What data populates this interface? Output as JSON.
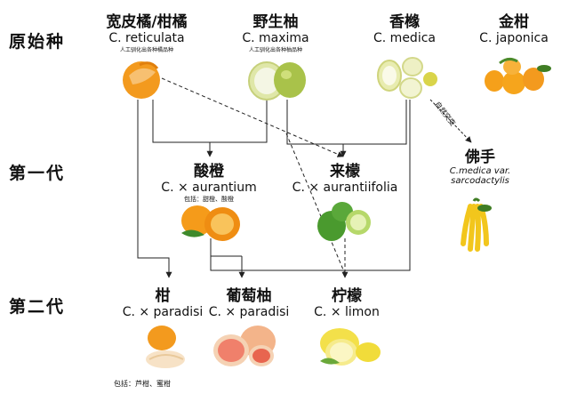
{
  "generations": {
    "original": "原始种",
    "first": "第一代",
    "second": "第二代"
  },
  "species": {
    "mandarin": {
      "cn": "宽皮橘/柑橘",
      "latin": "C. reticulata",
      "note": "人工驯化出各种橘品种"
    },
    "pomelo": {
      "cn": "野生柚",
      "latin": "C. maxima",
      "note": "人工驯化出各种柚品种"
    },
    "citron": {
      "cn": "香橼",
      "latin": "C. medica"
    },
    "kumquat": {
      "cn": "金柑",
      "latin": "C. japonica"
    },
    "sour_orange": {
      "cn": "酸橙",
      "latin": "C. × aurantium",
      "note": "包括：甜橙、酸橙"
    },
    "key_lime": {
      "cn": "来檬",
      "latin": "C. × aurantiifolia"
    },
    "buddhas_hand": {
      "cn": "佛手",
      "latin_line1": "C.medica var.",
      "latin_line2": "sarcodactylis"
    },
    "tangerine": {
      "cn": "柑",
      "latin": "C. × paradisi",
      "note": "包括：芦柑、蜜柑"
    },
    "grapefruit": {
      "cn": "葡萄柚",
      "latin": "C. × paradisi"
    },
    "lemon": {
      "cn": "柠檬",
      "latin": "C. × limon"
    }
  },
  "arrow_label": "自然突变",
  "colors": {
    "orange": "#f39a1e",
    "lime": "#5aa83a",
    "pomelo": "#dfe7a8",
    "grapefruit": "#f0806b",
    "lemon": "#f3e04a"
  }
}
